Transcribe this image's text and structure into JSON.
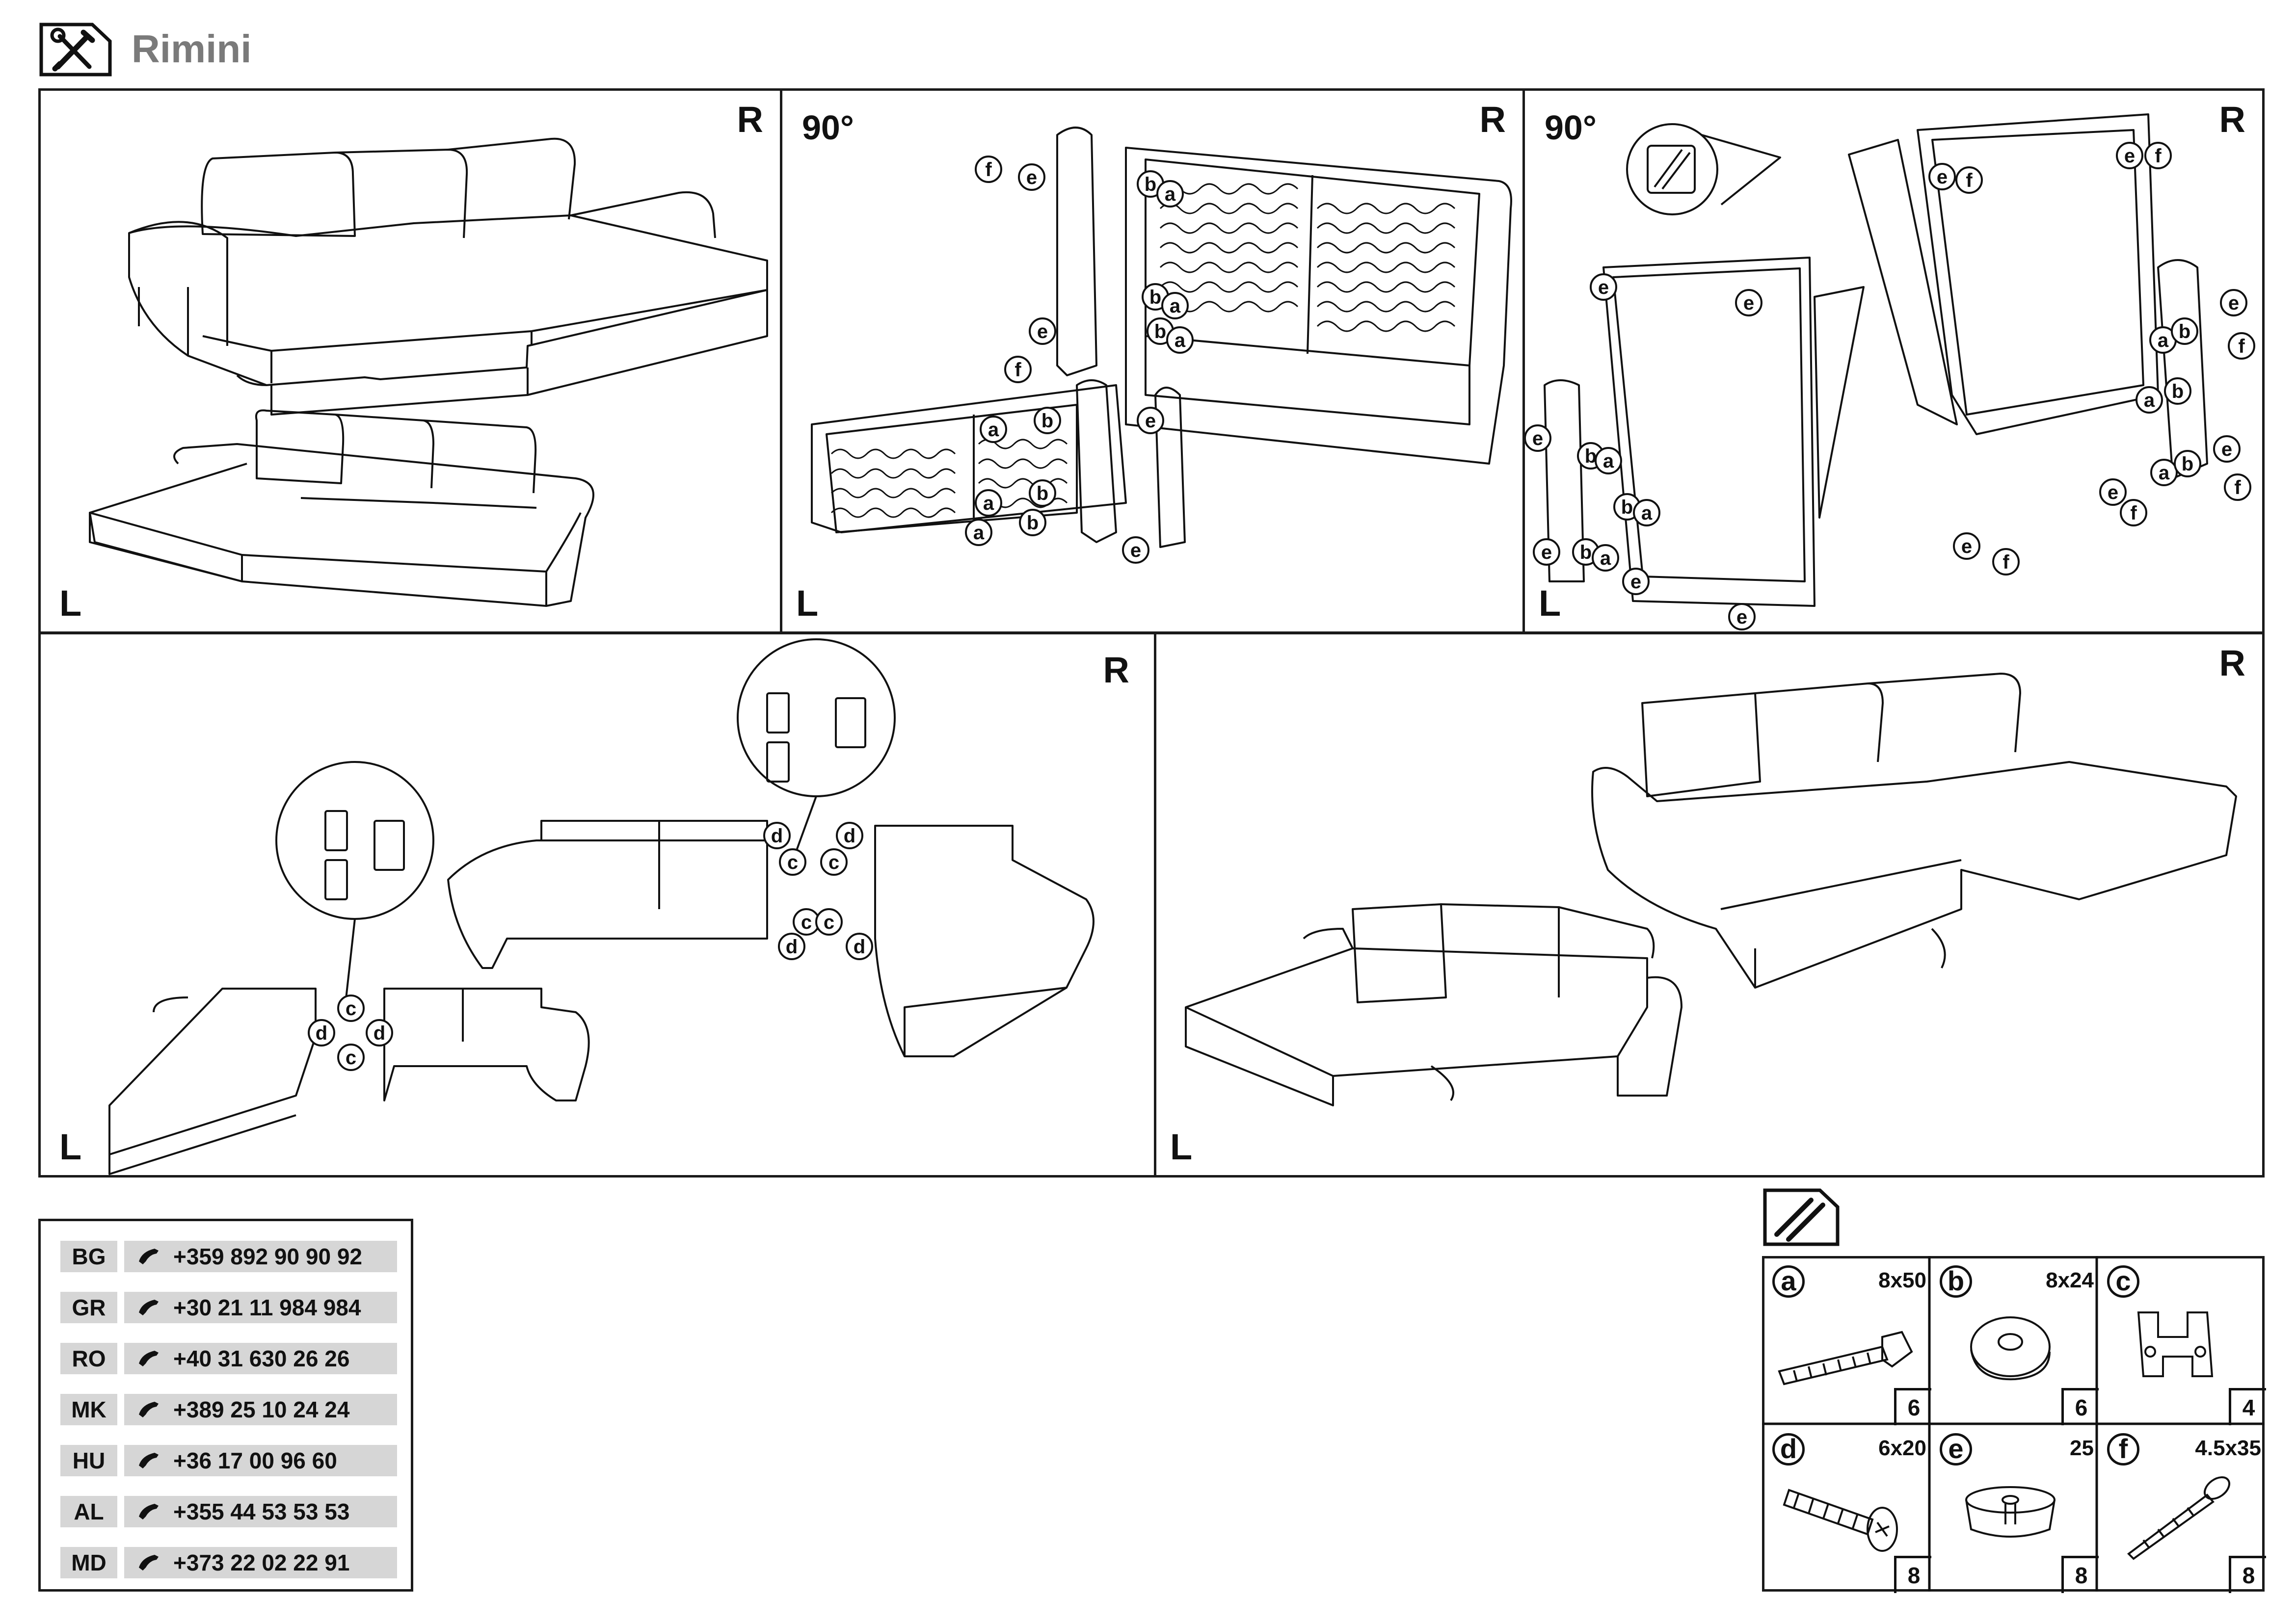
{
  "header": {
    "title": "Rimini",
    "tools_icon": "wrench-screwdriver-icon"
  },
  "side_labels": {
    "right": "R",
    "left": "L"
  },
  "rotation_label": "90°",
  "callout_letters": [
    "a",
    "b",
    "c",
    "d",
    "e",
    "f"
  ],
  "phones": [
    {
      "code": "BG",
      "number": "+359 892 90 90 92"
    },
    {
      "code": "GR",
      "number": "+30 21 11 984 984"
    },
    {
      "code": "RO",
      "number": "+40 31 630 26 26"
    },
    {
      "code": "MK",
      "number": "+389 25 10 24 24"
    },
    {
      "code": "HU",
      "number": "+36 17 00 96 60"
    },
    {
      "code": "AL",
      "number": "+355 44 53 53 53"
    },
    {
      "code": "MD",
      "number": "+373 22 02 22 91"
    }
  ],
  "hardware": [
    {
      "letter": "a",
      "size": "8x50",
      "qty": "6",
      "icon": "bolt-icon"
    },
    {
      "letter": "b",
      "size": "8x24",
      "qty": "6",
      "icon": "washer-icon"
    },
    {
      "letter": "c",
      "size": "",
      "qty": "4",
      "icon": "bracket-icon"
    },
    {
      "letter": "d",
      "size": "6x20",
      "qty": "8",
      "icon": "screw-icon"
    },
    {
      "letter": "e",
      "size": "25",
      "qty": "8",
      "icon": "glide-foot-icon"
    },
    {
      "letter": "f",
      "size": "4.5x35",
      "qty": "8",
      "icon": "wood-screw-icon"
    }
  ],
  "hardware_icon": "screws-pack-icon"
}
